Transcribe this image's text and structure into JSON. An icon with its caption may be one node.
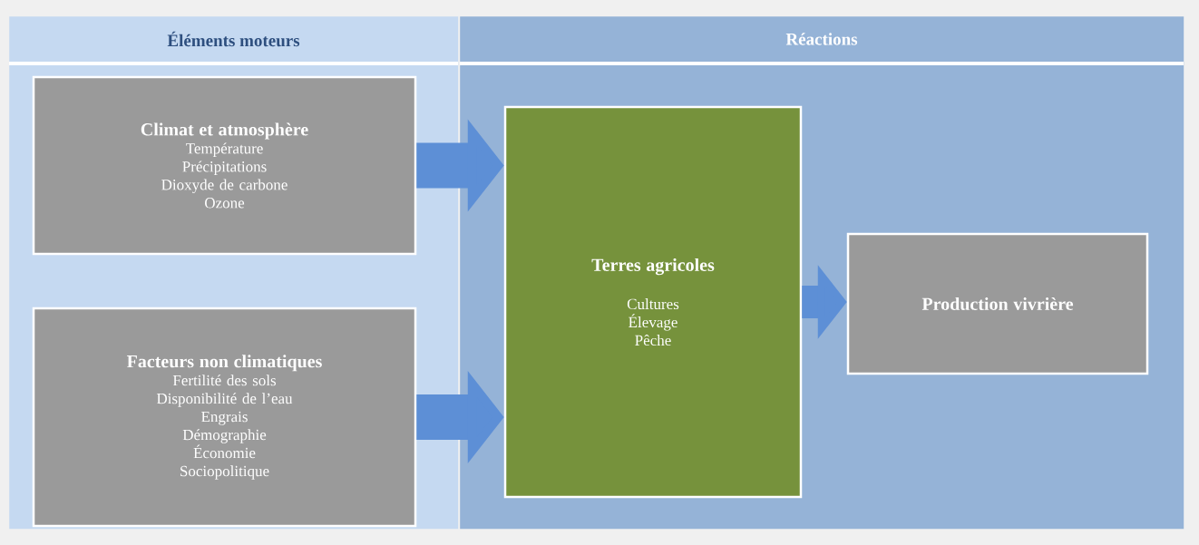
{
  "diagram": {
    "nodes": [
      {
        "text": [
          "Éléments moteurs"
        ]
      },
      {
        "text": [
          "Réactions"
        ]
      },
      {
        "text": [
          "Climat et atmosphère",
          "Température",
          "Précipitations",
          "Dioxyde de carbone",
          "Ozone"
        ],
        "in": 0
      },
      {
        "text": [
          "Facteurs non climatiques",
          "Fertilité des sols",
          "Disponibilité de l’eau",
          "Engrais",
          "Démographie",
          "Économie",
          "Sociopolitique"
        ],
        "in": 0
      },
      {
        "text": [
          "Terres agricoles",
          "Cultures",
          "Élevage",
          "Pêche"
        ],
        "in": 1
      },
      {
        "text": [
          "Production vivrière"
        ],
        "in": 1
      }
    ],
    "edges": [
      {
        "from": 2,
        "to": 4,
        "arrow": "to"
      },
      {
        "from": 3,
        "to": 4,
        "arrow": "to"
      },
      {
        "from": 4,
        "to": 5,
        "arrow": "to"
      }
    ]
  }
}
